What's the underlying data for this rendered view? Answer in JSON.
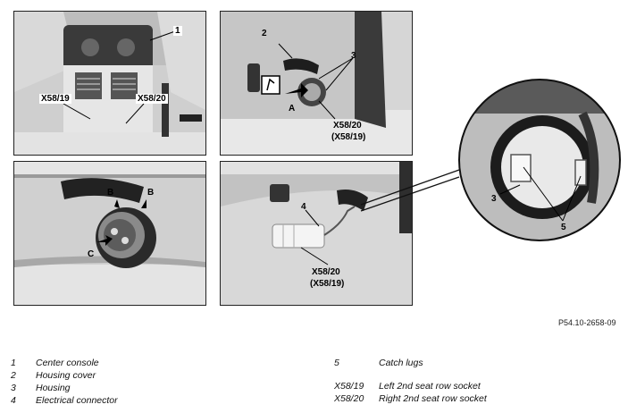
{
  "callouts": {
    "p1_label_1": "1",
    "p1_x58_19": "X58/19",
    "p1_x58_20": "X58/20",
    "p2_label_2": "2",
    "p2_label_3": "3",
    "p2_label_a": "A",
    "p2_x58_20": "X58/20",
    "p2_x58_19": "(X58/19)",
    "p3_label_b1": "B",
    "p3_label_b2": "B",
    "p3_label_c": "C",
    "p4_label_4": "4",
    "p4_x58_20": "X58/20",
    "p4_x58_19": "(X58/19)",
    "zoom_label_3": "3",
    "zoom_label_5": "5"
  },
  "figure_ref": "P54.10-2658-09",
  "legend_left": [
    {
      "key": "1",
      "text": "Center console"
    },
    {
      "key": "2",
      "text": "Housing cover"
    },
    {
      "key": "3",
      "text": "Housing"
    },
    {
      "key": "4",
      "text": "Electrical connector"
    }
  ],
  "legend_right": [
    {
      "key": "5",
      "text": "Catch lugs"
    },
    {
      "key": "X58/19",
      "text": "Left 2nd seat row socket"
    },
    {
      "key": "X58/20",
      "text": "Right 2nd seat row socket"
    }
  ]
}
